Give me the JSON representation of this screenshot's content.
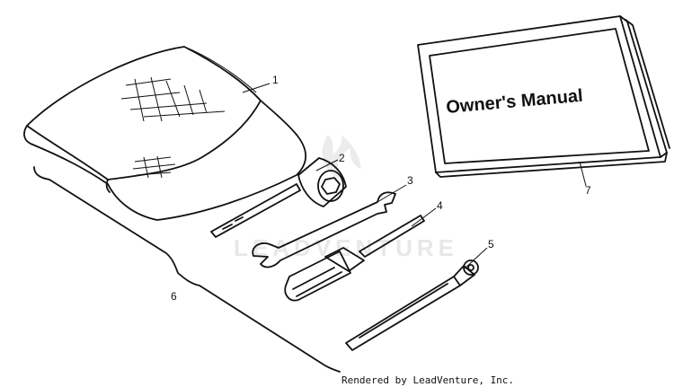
{
  "manual": {
    "title": "Owner's Manual"
  },
  "callouts": [
    "1",
    "2",
    "3",
    "4",
    "5",
    "6",
    "7"
  ],
  "watermark": "LEADVENTURE",
  "credit": "Rendered by LeadVenture, Inc."
}
